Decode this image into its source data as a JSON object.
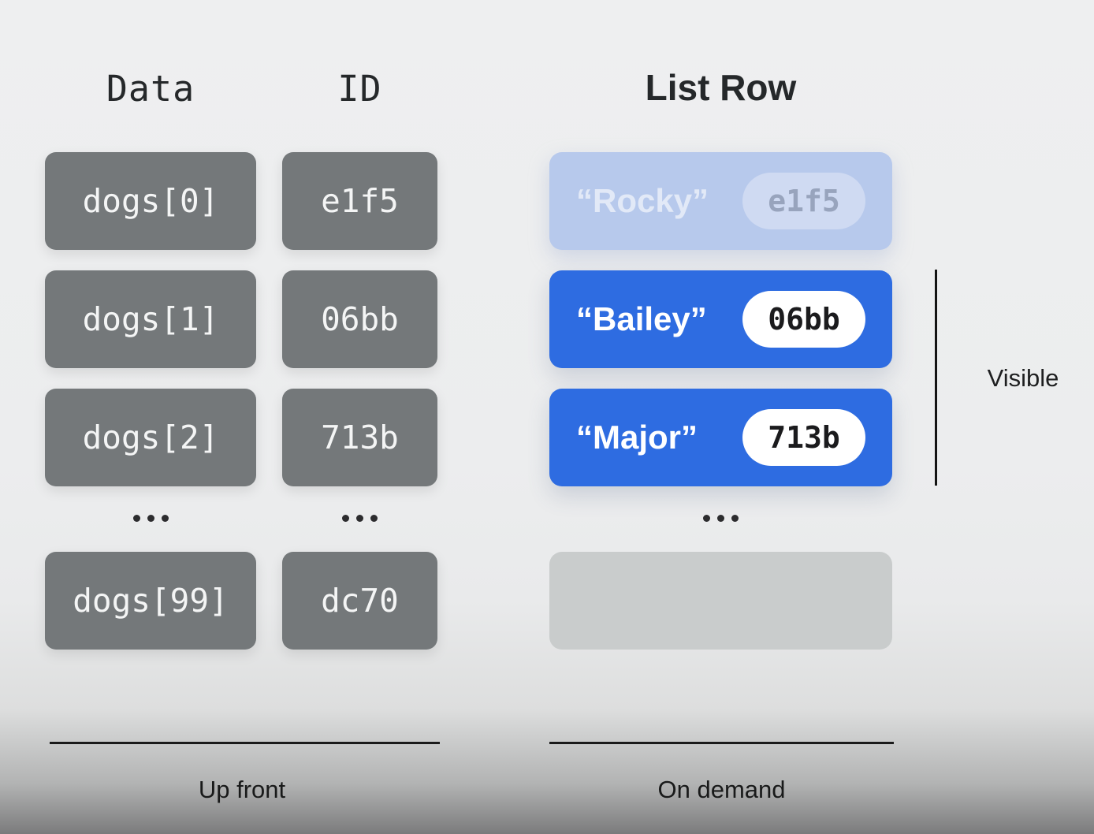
{
  "headers": {
    "data": "Data",
    "id": "ID",
    "list_row": "List Row"
  },
  "data_column": {
    "cells": [
      "dogs[0]",
      "dogs[1]",
      "dogs[2]",
      "dogs[99]"
    ],
    "ellipsis": "…"
  },
  "id_column": {
    "cells": [
      "e1f5",
      "06bb",
      "713b",
      "dc70"
    ],
    "ellipsis": "…"
  },
  "list_column": {
    "rows": [
      {
        "name": "“Rocky”",
        "id": "e1f5",
        "state": "scrolled-away-faded"
      },
      {
        "name": "“Bailey”",
        "id": "06bb",
        "state": "visible"
      },
      {
        "name": "“Major”",
        "id": "713b",
        "state": "visible"
      },
      {
        "name": "",
        "id": "",
        "state": "not-yet-created-placeholder"
      }
    ],
    "ellipsis": "…"
  },
  "annotations": {
    "visible": "Visible",
    "up_front": "Up front",
    "on_demand": "On demand"
  },
  "colors": {
    "background_top": "#eeeff0",
    "background_bottom": "#7b7b7c",
    "gray_box": "#74787a",
    "gray_box_text": "#f4f5f5",
    "row_blue": "#2e6ce1",
    "row_faded": "#b7c9ec",
    "row_faded_text": "#e2e9f7",
    "pill_background": "#ffffff",
    "pill_text": "#1b1b1d",
    "faded_pill_background": "#cfdaf2",
    "faded_pill_text": "#98a4bd",
    "placeholder_box": "#c9cccc",
    "heading_text": "#25282a",
    "rule_line": "#1b1b1b"
  }
}
